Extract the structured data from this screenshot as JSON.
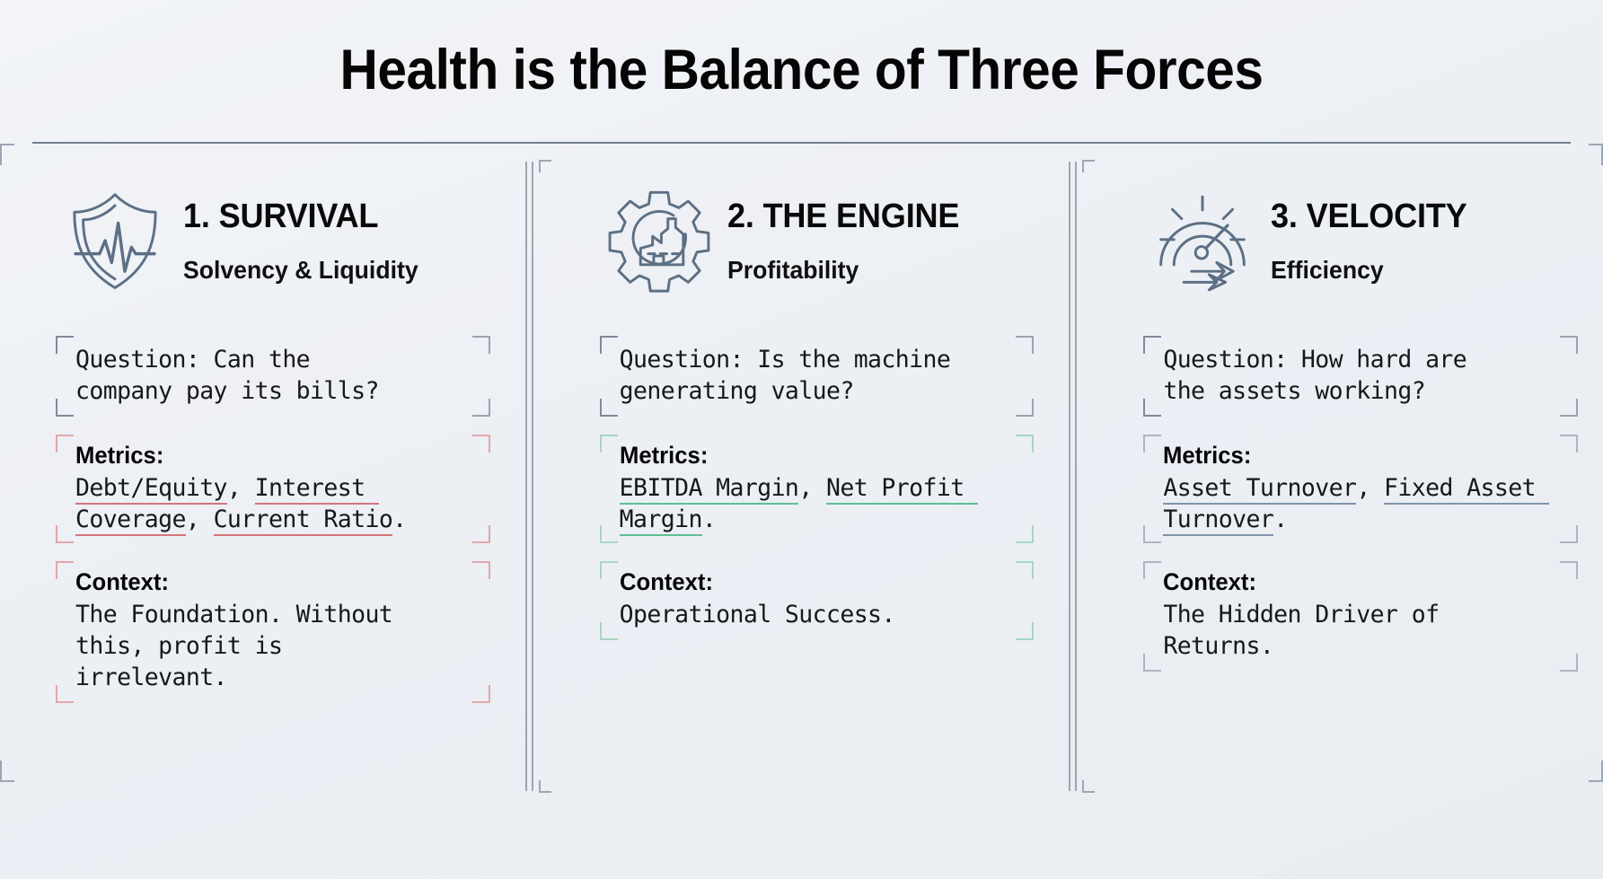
{
  "header": {
    "title": "Health is the Balance of Three Forces"
  },
  "columns": [
    {
      "icon": "shield-pulse-icon",
      "accent": "#d4747c",
      "title": "1. SURVIVAL",
      "subtitle": "Solvency & Liquidity",
      "question_text": "Question: Can the\ncompany pay its bills?",
      "metrics_label": "Metrics:",
      "metrics_terms": [
        "Debt/Equity",
        "Interest Coverage",
        "Current Ratio"
      ],
      "metrics_suffix": ".",
      "context_label": "Context:",
      "context_text": "The Foundation. Without\nthis, profit is\nirrelevant."
    },
    {
      "icon": "gear-factory-icon",
      "accent": "#5fbf95",
      "title": "2. THE ENGINE",
      "subtitle": "Profitability",
      "question_text": "Question: Is the machine\ngenerating value?",
      "metrics_label": "Metrics:",
      "metrics_terms": [
        "EBITDA Margin",
        "Net Profit Margin"
      ],
      "metrics_suffix": ".",
      "context_label": "Context:",
      "context_text": "Operational Success."
    },
    {
      "icon": "speedometer-icon",
      "accent": "#7e94aa",
      "title": "3. VELOCITY",
      "subtitle": "Efficiency",
      "question_text": "Question: How hard are\nthe assets working?",
      "metrics_label": "Metrics:",
      "metrics_terms": [
        "Asset Turnover",
        "Fixed Asset Turnover"
      ],
      "metrics_suffix": ".",
      "context_label": "Context:",
      "context_text": "The Hidden Driver of\nReturns."
    }
  ],
  "colors": {
    "background": "#eceff4",
    "title_text": "#050505",
    "icon_stroke": "#5c6f84",
    "divider": "#7e8d9d",
    "accent_survival": "#d4747c",
    "accent_engine": "#5fbf95",
    "accent_velocity": "#7e94aa"
  }
}
